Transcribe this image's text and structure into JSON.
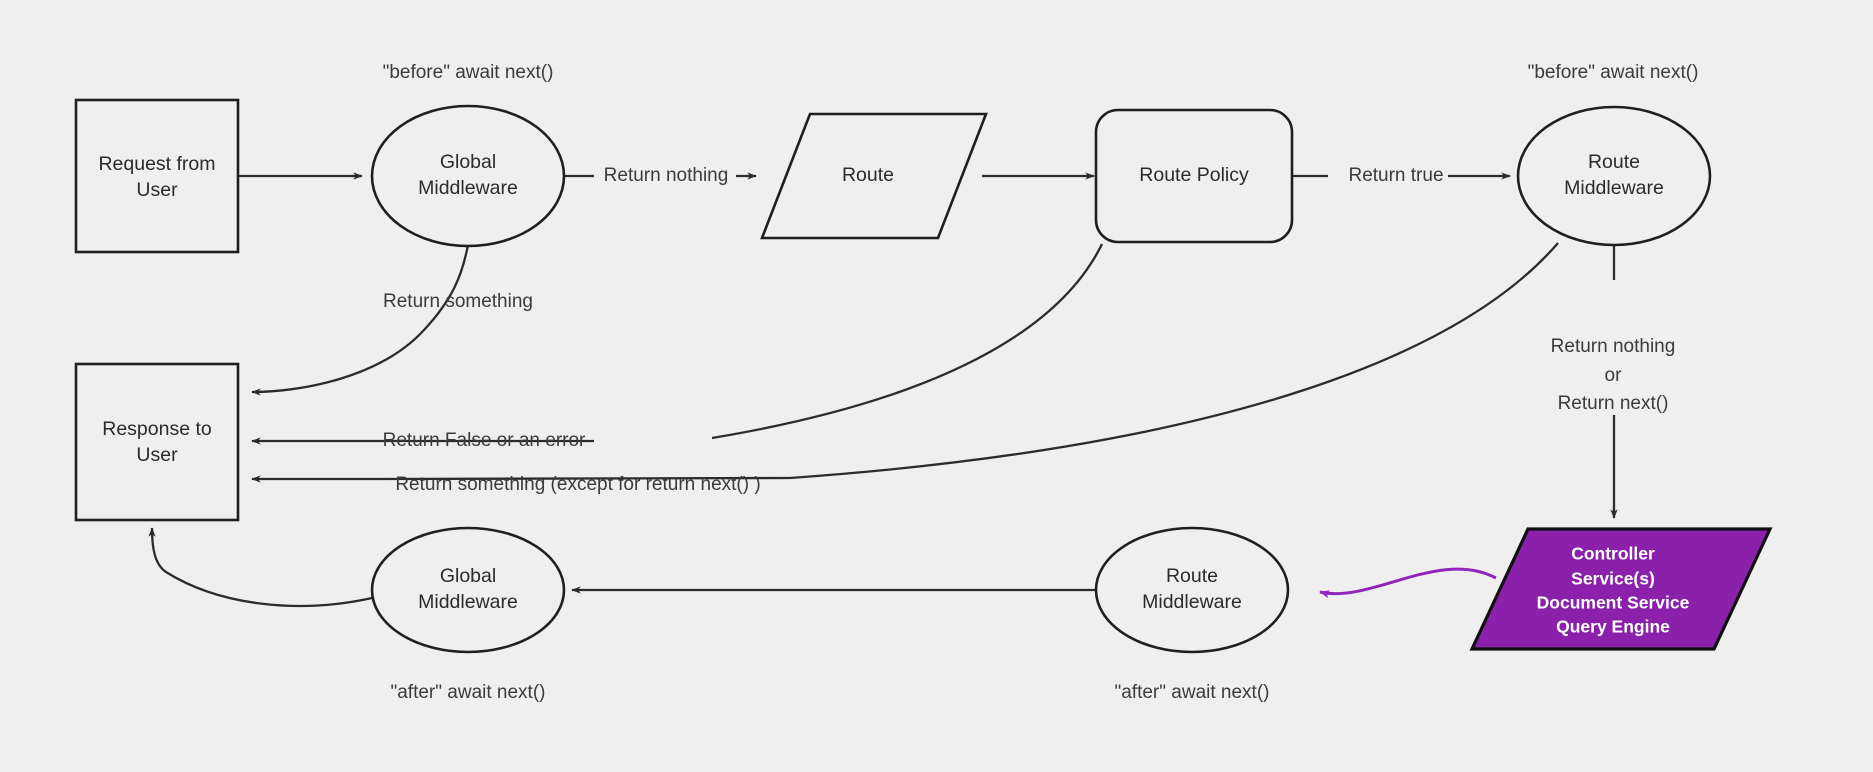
{
  "canvas": {
    "background": "#efeff0",
    "stroke_color": "#2b2b2b",
    "accent_color": "#8b21ab",
    "accent_stroke": "#9425bb",
    "accent_text_color": "#ffffff"
  },
  "nodes": {
    "request": {
      "line1": "Request from",
      "line2": "User"
    },
    "global_middleware_before": {
      "line1": "Global",
      "line2": "Middleware"
    },
    "route": {
      "line1": "Route"
    },
    "route_policy": {
      "line1": "Route Policy"
    },
    "route_middleware_before": {
      "line1": "Route",
      "line2": "Middleware"
    },
    "response": {
      "line1": "Response to",
      "line2": "User"
    },
    "global_middleware_after": {
      "line1": "Global",
      "line2": "Middleware"
    },
    "route_middleware_after": {
      "line1": "Route",
      "line2": "Middleware"
    },
    "controller": {
      "line1": "Controller",
      "line2": "Service(s)",
      "line3": "Document Service",
      "line4": "Query Engine"
    }
  },
  "annotations": {
    "before_global": "\"before\" await next()",
    "before_route": "\"before\" await next()",
    "after_global": "\"after\" await next()",
    "after_route": "\"after\" await next()"
  },
  "edge_labels": {
    "return_nothing": "Return nothing",
    "return_true": "Return true",
    "return_something": "Return something",
    "return_false_or_error": "Return False or an error",
    "return_something_except": "Return something (except for return next() )",
    "controller_branch_l1": "Return nothing",
    "controller_branch_l2": "or",
    "controller_branch_l3": "Return next()"
  }
}
